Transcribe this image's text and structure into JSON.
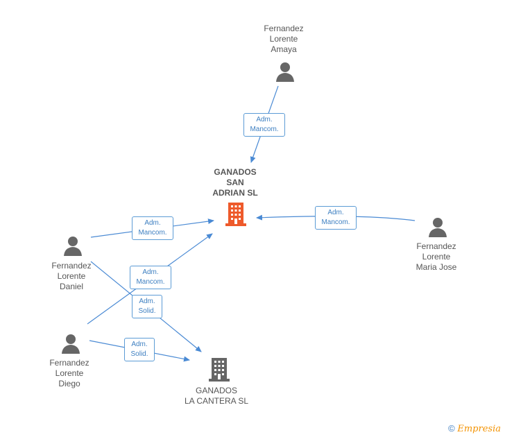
{
  "nodes": {
    "amaya": {
      "label": "Fernandez\nLorente\nAmaya"
    },
    "ganados_san_adrian": {
      "label": "GANADOS\nSAN\nADRIAN SL"
    },
    "daniel": {
      "label": "Fernandez\nLorente\nDaniel"
    },
    "maria_jose": {
      "label": "Fernandez\nLorente\nMaria Jose"
    },
    "diego": {
      "label": "Fernandez\nLorente\nDiego"
    },
    "ganados_la_cantera": {
      "label": "GANADOS\nLA CANTERA SL"
    }
  },
  "edges": {
    "amaya_to_san_adrian": "Adm.\nMancom.",
    "daniel_to_san_adrian": "Adm.\nMancom.",
    "diego_to_san_adrian": "Adm.\nMancom.",
    "daniel_to_la_cantera": "Adm.\nSolid.",
    "diego_to_la_cantera": "Adm.\nSolid.",
    "maria_jose_to_san_adrian": "Adm.\nMancom."
  },
  "footer": {
    "copyright_symbol": "©",
    "brand": "Empresia"
  },
  "colors": {
    "edge": "#4a8ad4",
    "company_main": "#ee5a2b",
    "company": "#666666",
    "person": "#666666"
  }
}
